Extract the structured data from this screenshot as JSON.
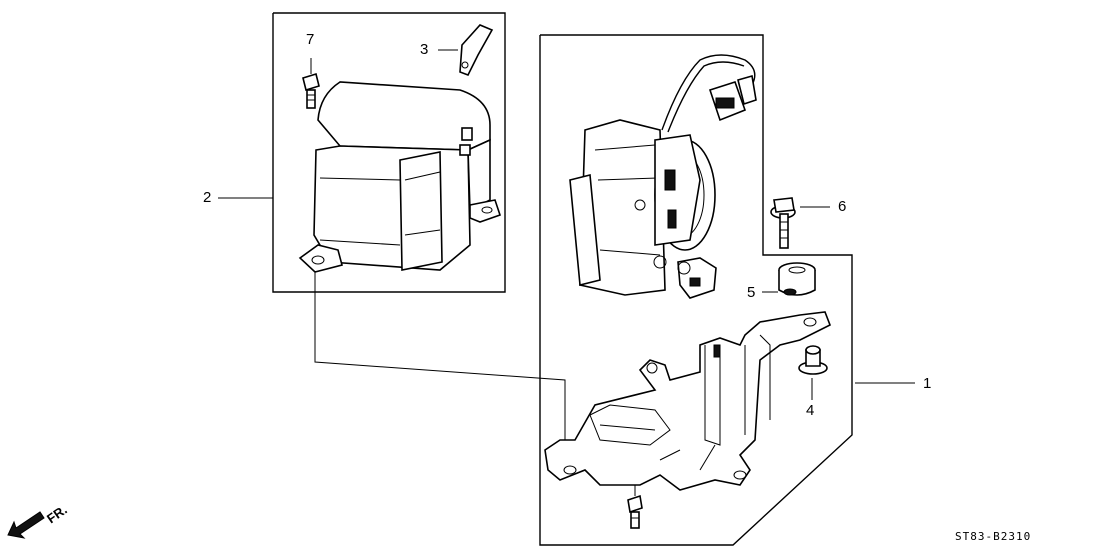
{
  "callouts": {
    "p1": "1",
    "p2": "2",
    "p3": "3",
    "p4": "4",
    "p5": "5",
    "p6": "6",
    "p7": "7"
  },
  "direction_label": "FR.",
  "diagram_code": "ST83-B2310",
  "colors": {
    "ink": "#000000",
    "paper": "#ffffff"
  }
}
